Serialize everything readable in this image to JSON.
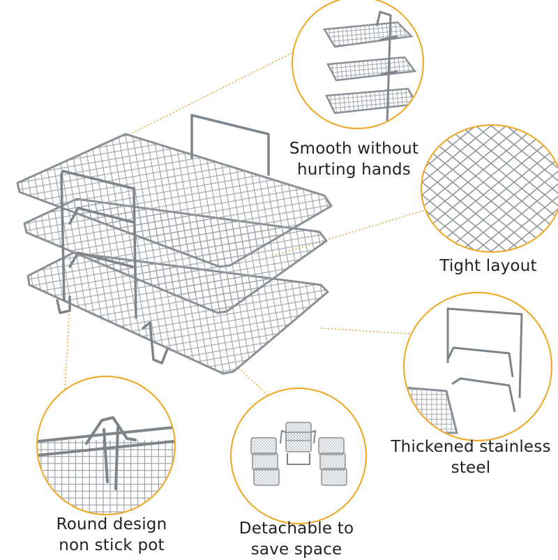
{
  "product": "three-tier stainless steel mesh rack",
  "accent_color": "#f0a520",
  "callouts": [
    {
      "id": "top",
      "lines": [
        "Smooth without",
        "hurting hands"
      ]
    },
    {
      "id": "right-top",
      "lines": [
        "Tight layout"
      ]
    },
    {
      "id": "right-bottom",
      "lines": [
        "Thickened stainless",
        "steel"
      ]
    },
    {
      "id": "bottom-middle",
      "lines": [
        "Detachable to",
        "save space"
      ]
    },
    {
      "id": "bottom-left",
      "lines": [
        "Round design",
        "non stick pot"
      ]
    }
  ]
}
